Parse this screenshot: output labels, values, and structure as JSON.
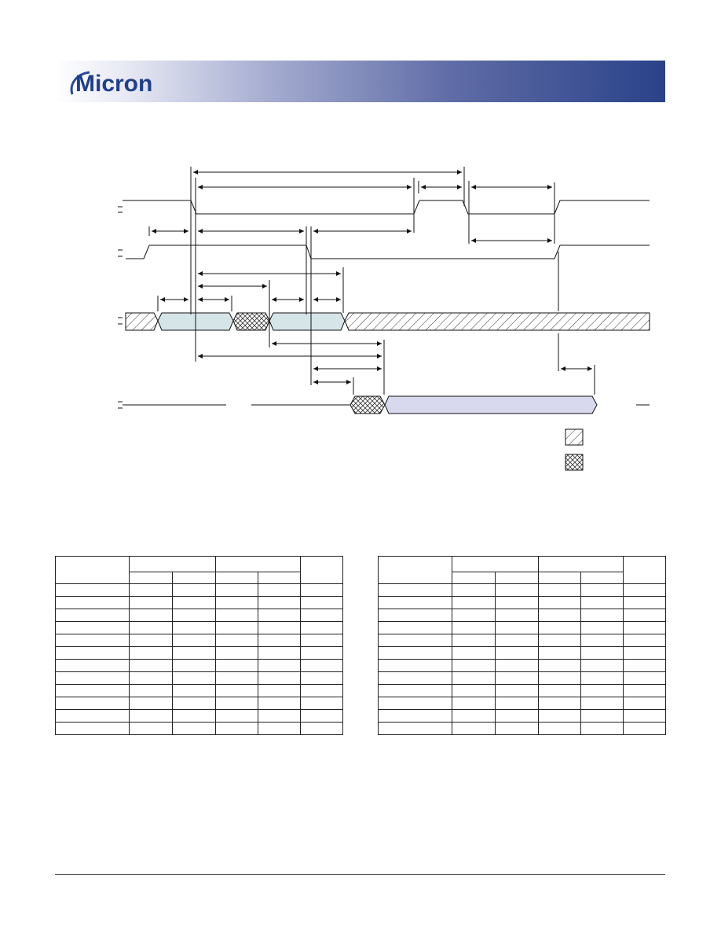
{
  "brand": {
    "logo_text": "Micron",
    "band_color_start": "#ffffff",
    "band_color_end": "#2a4289"
  },
  "diagram": {
    "hatch_legend": "diagonal-hatch",
    "crosshatch_legend": "cross-hatch",
    "valid_data_color": "#d6e6e8",
    "output_data_color": "#d8d8ef"
  },
  "tables": {
    "left": {
      "rows": 12,
      "cols": 6
    },
    "right": {
      "rows": 12,
      "cols": 6
    }
  }
}
